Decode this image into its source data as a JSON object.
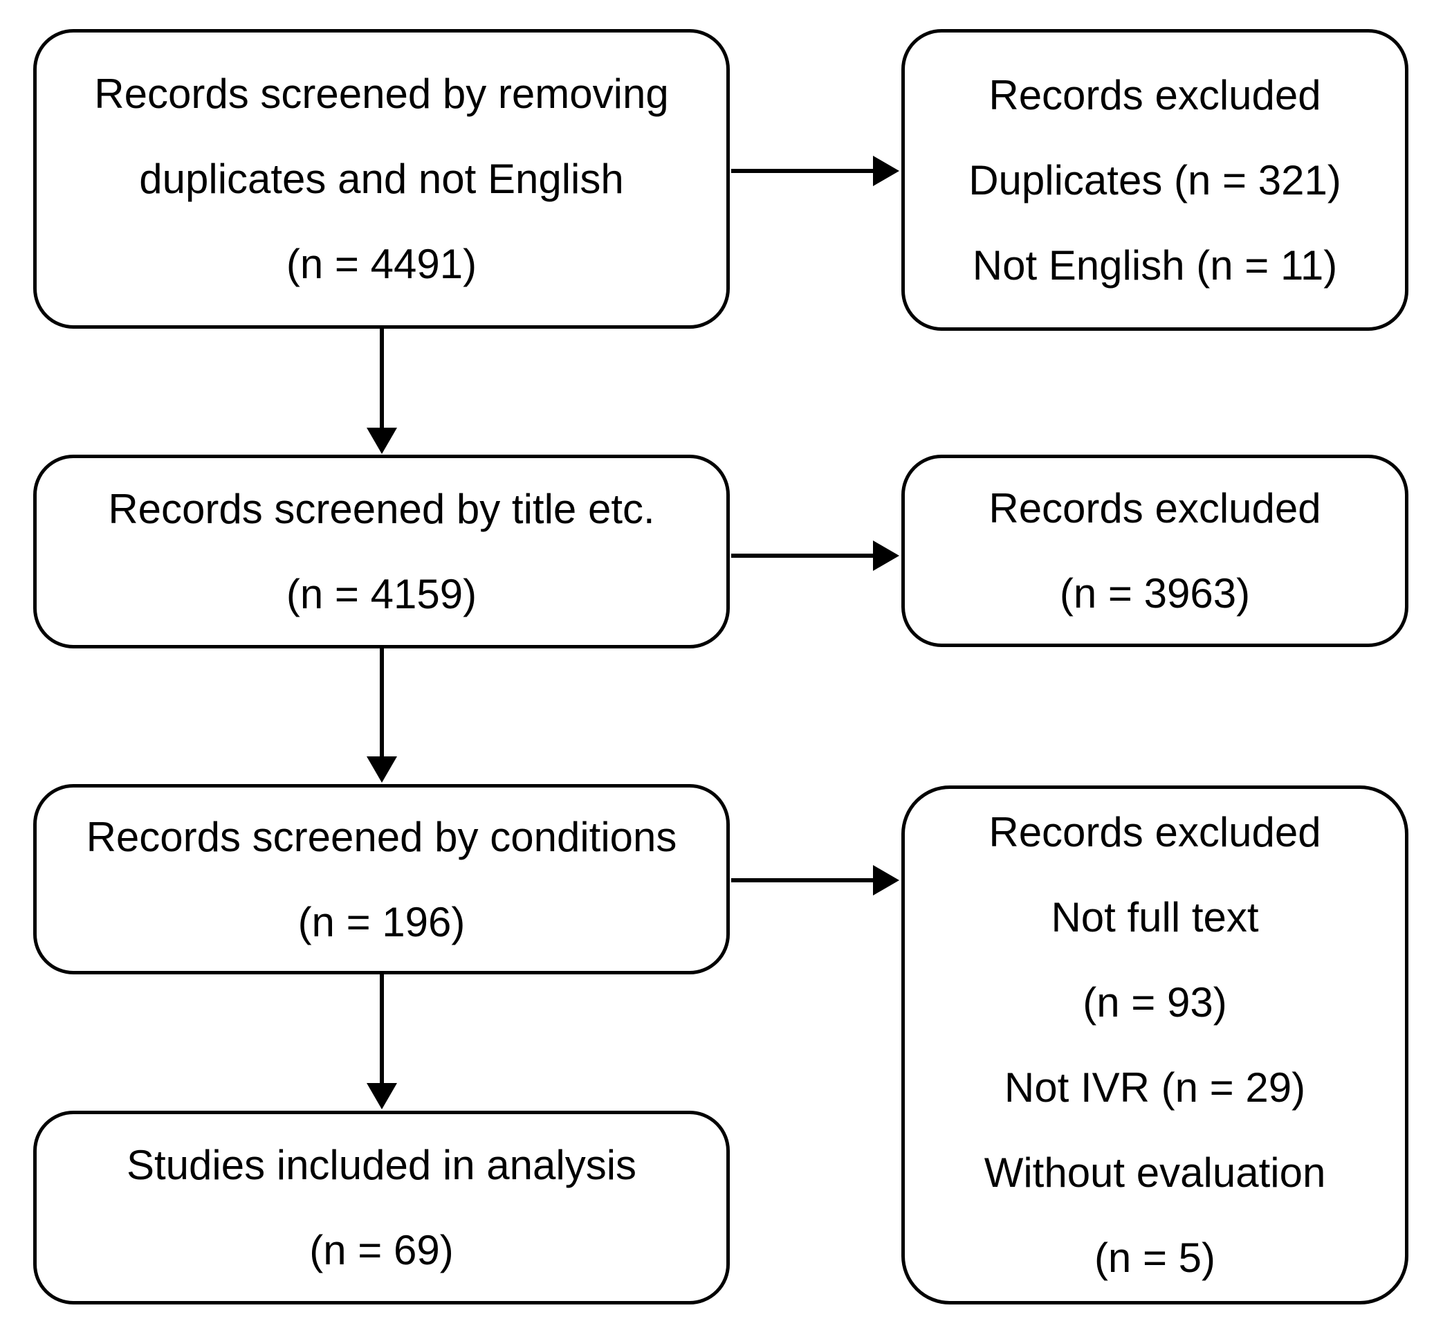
{
  "diagram": {
    "background_color": "#ffffff",
    "line_color": "#000000",
    "boxes": {
      "screened_duplicates": {
        "lines": [
          "Records screened by removing",
          "duplicates and not English",
          "(n = 4491)"
        ]
      },
      "excluded_duplicates": {
        "lines": [
          "Records excluded",
          "Duplicates (n = 321)",
          "Not English (n = 11)"
        ]
      },
      "screened_title": {
        "lines": [
          "Records screened by title etc.",
          "(n = 4159)"
        ]
      },
      "excluded_title": {
        "lines": [
          "Records excluded",
          "(n = 3963)"
        ]
      },
      "screened_conditions": {
        "lines": [
          "Records screened by conditions",
          "(n = 196)"
        ]
      },
      "excluded_conditions": {
        "lines": [
          "Records excluded",
          "Not full text",
          "(n = 93)",
          "Not IVR (n = 29)",
          "Without evaluation",
          "(n = 5)"
        ]
      },
      "included_analysis": {
        "lines": [
          "Studies included in analysis",
          "(n = 69)"
        ]
      }
    }
  }
}
